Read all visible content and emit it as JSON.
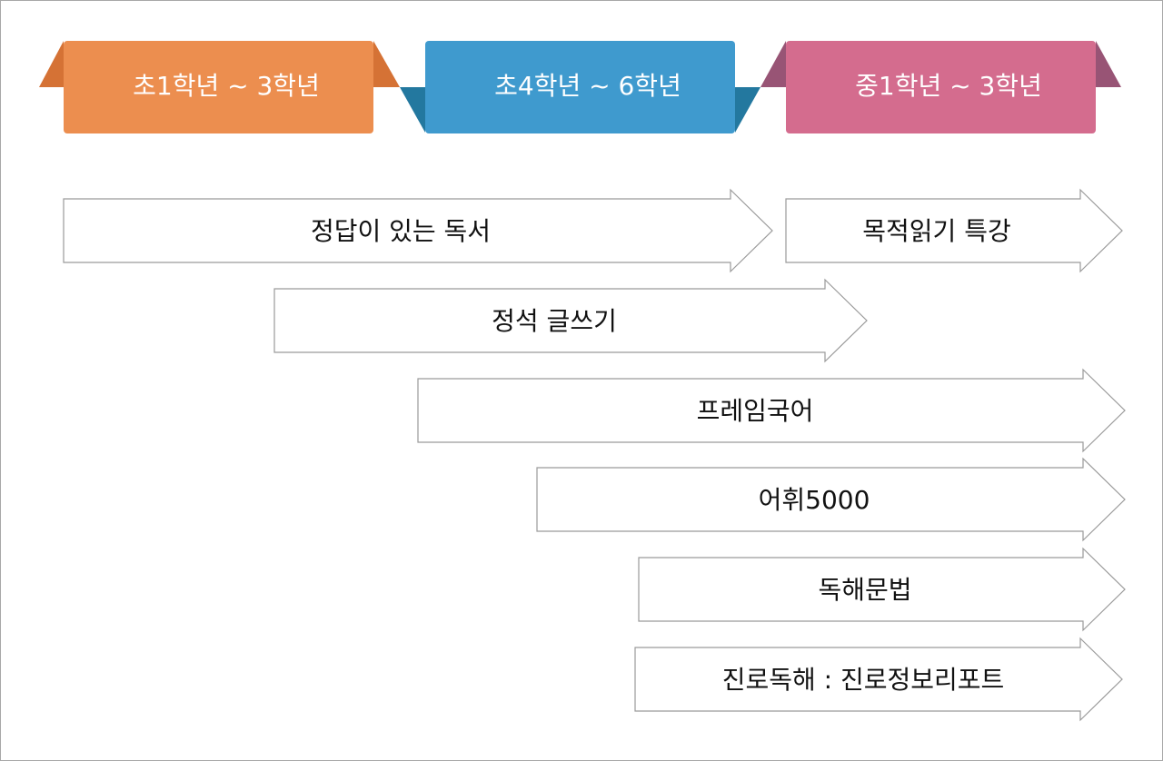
{
  "stages": [
    {
      "label": "초1학년 ~ 3학년",
      "color": "#EC8E4F",
      "fold_color": "#D57235"
    },
    {
      "label": "초4학년 ~ 6학년",
      "color": "#3F9ACE",
      "fold_color": "#23789F"
    },
    {
      "label": "중1학년 ~ 3학년",
      "color": "#D46C8E",
      "fold_color": "#985475"
    }
  ],
  "programs": [
    {
      "label": "정답이 있는 독서"
    },
    {
      "label": "목적읽기 특강"
    },
    {
      "label": "정석 글쓰기"
    },
    {
      "label": "프레임국어"
    },
    {
      "label": "어휘5000"
    },
    {
      "label": "독해문법"
    },
    {
      "label": "진로독해 : 진로정보리포트"
    }
  ]
}
